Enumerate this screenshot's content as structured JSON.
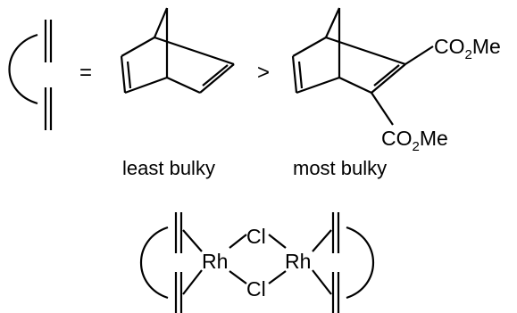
{
  "colors": {
    "ink": "#000000",
    "background": "#ffffff"
  },
  "comparison": {
    "equals_sign": "=",
    "greater_than_sign": ">",
    "least_bulky_label": "least bulky",
    "most_bulky_label": "most bulky"
  },
  "substituents": {
    "co2me_top": {
      "main": "CO",
      "sub": "2",
      "tail": "Me"
    },
    "co2me_bottom": {
      "main": "CO",
      "sub": "2",
      "tail": "Me"
    }
  },
  "dimer": {
    "rhodium_left": "Rh",
    "rhodium_right": "Rh",
    "chloride_top": "Cl",
    "chloride_bottom": "Cl"
  }
}
